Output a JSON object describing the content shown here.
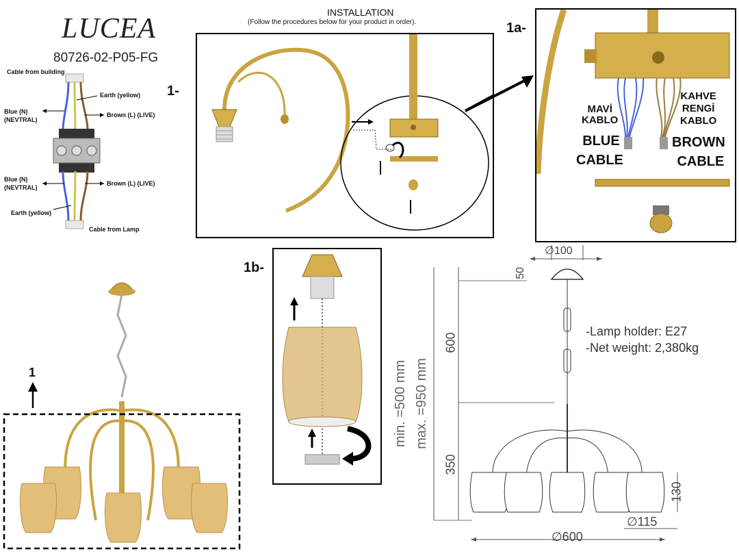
{
  "brand": "LUCEA",
  "model_code": "80726-02-P05-FG",
  "installation": {
    "title": "INSTALLATION",
    "subtitle": "(Follow the procedures below for your product in order)."
  },
  "wiring": {
    "cable_from_building": "Cable from building",
    "earth_top": "Earth (yellow)",
    "blue_top": "Blue (N)",
    "neutral_top": "(NEVTRAL)",
    "brown_top": "Brown (L) (LIVE)",
    "blue_bottom": "Blue (N)",
    "neutral_bottom": "(NEVTRAL)",
    "brown_bottom": "Brown (L) (LIVE)",
    "earth_bottom": "Earth (yellow)",
    "cable_from_lamp": "Cable from Lamp"
  },
  "steps": {
    "step1": "1-",
    "step1a": "1a-",
    "step1b": "1b-",
    "photo_marker": "1"
  },
  "cable_labels": {
    "mavi_line1": "MAVİ",
    "mavi_line2": "KABLO",
    "blue_line1": "BLUE",
    "blue_line2": "CABLE",
    "kahve_line1": "KAHVE",
    "kahve_line2": "RENGİ",
    "kahve_line3": "KABLO",
    "brown_line1": "BROWN",
    "brown_line2": "CABLE"
  },
  "dimensions": {
    "canopy_diameter": "∅100",
    "canopy_height": "50",
    "chain_length": "600",
    "min_height": "min. =500 mm",
    "max_height": "max. =950 mm",
    "body_height": "350",
    "shade_height": "130",
    "shade_diameter": "∅115",
    "total_diameter": "∅600"
  },
  "specs": {
    "lamp_holder": "-Lamp holder: E27",
    "net_weight": "-Net weight: 2,380kg"
  },
  "colors": {
    "gold": "#c9a440",
    "gold_dark": "#8a6a18",
    "blue_wire": "#4a63d8",
    "brown_wire": "#8b5a2b",
    "amber_glass": "#d9b36a"
  }
}
